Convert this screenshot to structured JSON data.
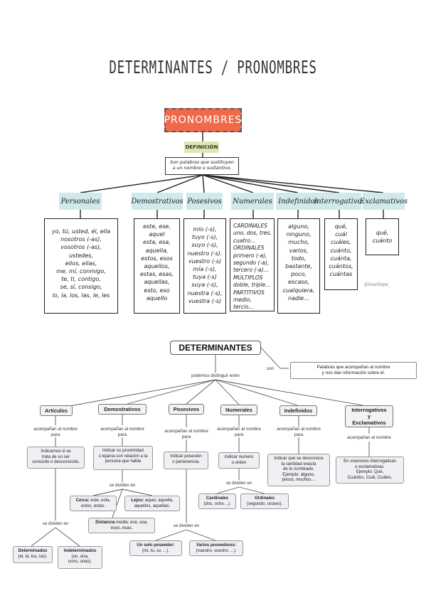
{
  "title": "DETERMINANTES / PRONOMBRES",
  "pronombres": {
    "head": "PRONOMBRES",
    "definition_label": "DEFINICIÓN",
    "definition_text": "Son palabras que sustituyen\na un nombre o sustantivo.",
    "categories": [
      {
        "title": "Personales",
        "items": "yo, tú, usted, él, ella\nnosotros (-as),\nvosotros (-as),\nustedes,\nellos, ellas,\nme, mí, conmigo,\nte, ti, contigo,\nse, sí, consigo,\nlo, la, los, las, le, les"
      },
      {
        "title": "Demostrativos",
        "items": "este, ese,\naquel\nesta, esa,\naquella,\nestos, esos\naquellos,\nestas, esas,\naquellas,\nesto, eso\naquello"
      },
      {
        "title": "Posesivos",
        "items": "mío (-s),\ntuyo (-s),\nsuyo (-s),\nnuestro (-s).\nvuestro (-s)\nmía (-s),\ntuya (-s)\nsuya (-s),\nnuestra (-s),\nvuestra (-s)"
      },
      {
        "title": "Numerales",
        "items": "CARDINALES\nuno, dos, tres,\ncuatro…\nORDINALES\nprimero (-a),\nsegundo (-a),\ntercero (-a)…\nMÚLTIPLOS\ndoble, triple…\nPARTITIVOS\nmedio, tercio…"
      },
      {
        "title": "Indefinidos",
        "items": "alguno,\nninguno,\nmucho,\nvarios,\ntodo,\nbastante,\npoco,\nescaso,\ncualquiera,\nnadie…"
      },
      {
        "title": "Interrogativos",
        "items": "qué,\ncuál\ncuáles,\ncuánto,\ncuánta,\ncuántos,\ncuántas"
      },
      {
        "title": "Exclamativos",
        "items": "qué,\ncuánto"
      }
    ],
    "signature": "@laveltopa_"
  },
  "determinantes": {
    "head": "DETERMINANTES",
    "son_label": "son",
    "son_text": "Palabras que acompañan al nombre\ny nos dan información sobre él.",
    "distinguir": "podemos distinguir entre",
    "acompanan": "acompañan al nombre\npara",
    "acompanan_single": "acompañan al nombre",
    "se_dividen": "se dividen en",
    "categories": {
      "articulos": "Artículos",
      "demostrativos": "Demostrativos",
      "posesivos": "Posesivos",
      "numerales": "Numerales",
      "indefinidos": "Indefinidos",
      "interrogativos": "Interrogativos\ny\nExclamativos"
    },
    "articulos_desc": "Indicarnos si se\ntrata de un ser\nconocido o desconocido.",
    "articulos_det_title": "Determinados",
    "articulos_det_text": "(el, la, los, las).",
    "articulos_indet_title": "Indeterminados",
    "articulos_indet_text": "(un, una,\nunos, unas).",
    "demo_desc": "Indicar su proximidad\no lejanía con relación a la\npersona que habla",
    "demo_cerca_title": "Cerca:",
    "demo_cerca_text": " este, esta,\nestos, estas.",
    "demo_lejos_title": "Lejos:",
    "demo_lejos_text": " aquel, aquella,\naquellos, aquellas.",
    "demo_dist_title": "Distancia",
    "demo_dist_text": " media: ese, esa,\nesos, esas.",
    "pos_desc": "Indicar posesión\no pertenencia.",
    "pos_uno_title": "Un solo poseedor:",
    "pos_uno_text": "\n(mi, tu, su …).",
    "pos_varios_title": "Varios poseedores:",
    "pos_varios_text": "\n(nuestro, vuestro …).",
    "num_desc": "Indicar numero\nu orden",
    "num_card_title": "Cardinales",
    "num_card_text": "\n(dos, ocho…).",
    "num_ord_title": "Ordinales",
    "num_ord_text": "\n(segundo, octavo).",
    "indef_desc": "Indicar que se desconoce\nla cantidad exacta\nde lo nombrado.\nEjemplo: alguno,\npocos, muchos…",
    "inter_desc": "En oraciones interrogativas\no exclamativas.\nEjemplo: Qué,\nCuántos, Cuál, Cuáles."
  }
}
